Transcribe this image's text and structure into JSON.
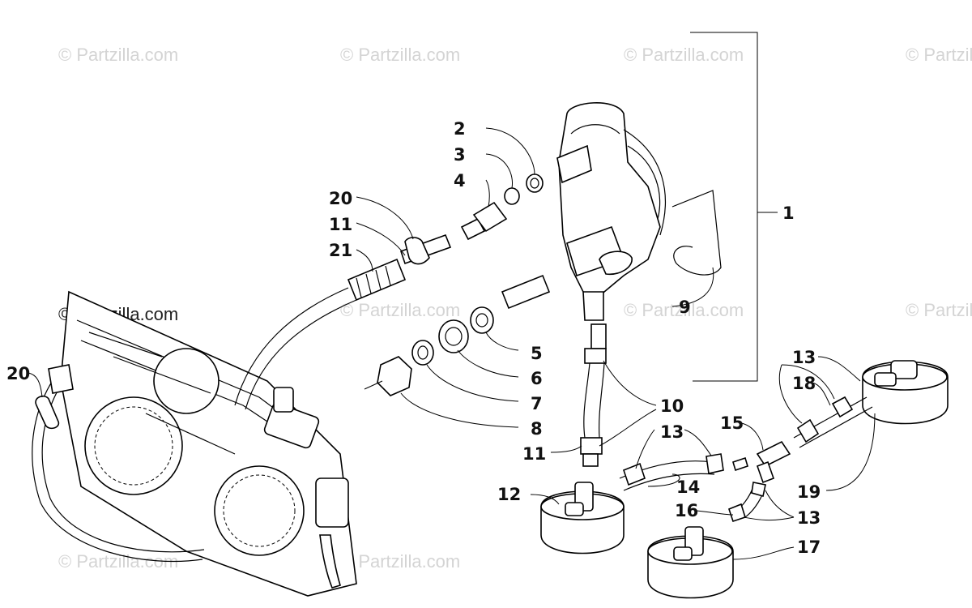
{
  "watermarks": [
    "© Partzilla.com",
    "© Partzilla.com",
    "© Partzilla.com",
    "© Partzilla.com",
    "© Partzilla.com",
    "© Partzilla.com",
    "© Partzilla.com",
    "© Partzilla.com",
    "© Partzilla.com",
    "© Partzilla.com"
  ],
  "callouts": {
    "c1": "1",
    "c2": "2",
    "c3": "3",
    "c4": "4",
    "c5": "5",
    "c6": "6",
    "c7": "7",
    "c8": "8",
    "c9": "9",
    "c10": "10",
    "c11a": "11",
    "c11b": "11",
    "c12": "12",
    "c13a": "13",
    "c13b": "13",
    "c13c": "13",
    "c14": "14",
    "c15": "15",
    "c16": "16",
    "c17": "17",
    "c18": "18",
    "c19": "19",
    "c20a": "20",
    "c20b": "20",
    "c21": "21"
  }
}
